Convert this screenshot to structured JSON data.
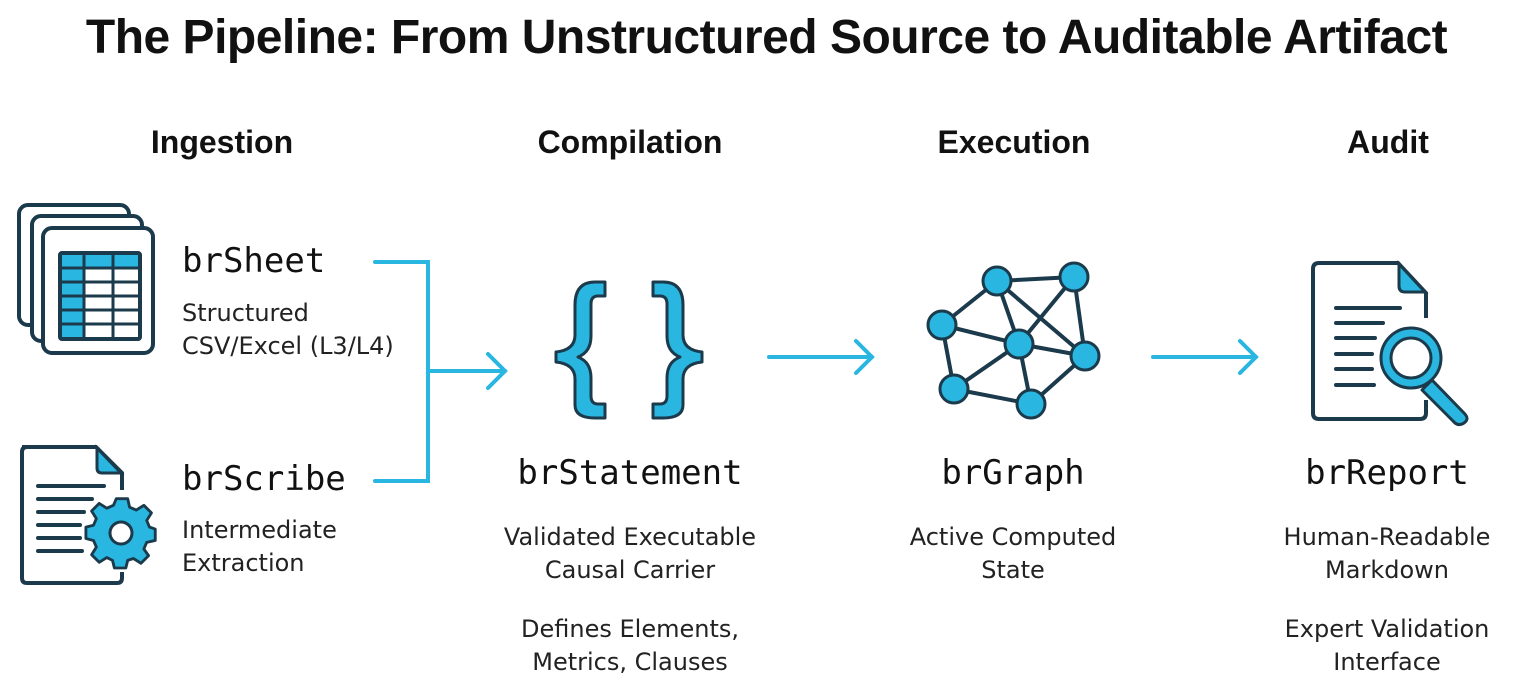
{
  "title": "The Pipeline: From Unstructured Source to Auditable Artifact",
  "colors": {
    "accent": "#29b6e0",
    "outline": "#1b3a4b",
    "text": "#111111"
  },
  "stages": [
    {
      "label": "Ingestion"
    },
    {
      "label": "Compilation"
    },
    {
      "label": "Execution"
    },
    {
      "label": "Audit"
    }
  ],
  "nodes": {
    "brsheet": {
      "name": "brSheet",
      "icon": "spreadsheet-stack-icon",
      "desc": [
        "Structured",
        "CSV/Excel (L3/L4)"
      ]
    },
    "brscribe": {
      "name": "brScribe",
      "icon": "document-gear-icon",
      "desc": [
        "Intermediate",
        "Extraction"
      ]
    },
    "brstatement": {
      "name": "brStatement",
      "icon": "curly-braces-icon",
      "desc": [
        "Validated Executable",
        "Causal Carrier"
      ],
      "desc2": [
        "Defines Elements,",
        "Metrics, Clauses"
      ]
    },
    "brgraph": {
      "name": "brGraph",
      "icon": "network-graph-icon",
      "desc": [
        "Active Computed",
        "State"
      ]
    },
    "brreport": {
      "name": "brReport",
      "icon": "document-magnifier-icon",
      "desc": [
        "Human-Readable",
        "Markdown"
      ],
      "desc2": [
        "Expert Validation",
        "Interface"
      ]
    }
  },
  "edges": [
    {
      "from": "brSheet",
      "to": "brStatement"
    },
    {
      "from": "brScribe",
      "to": "brStatement"
    },
    {
      "from": "brStatement",
      "to": "brGraph"
    },
    {
      "from": "brGraph",
      "to": "brReport"
    }
  ]
}
